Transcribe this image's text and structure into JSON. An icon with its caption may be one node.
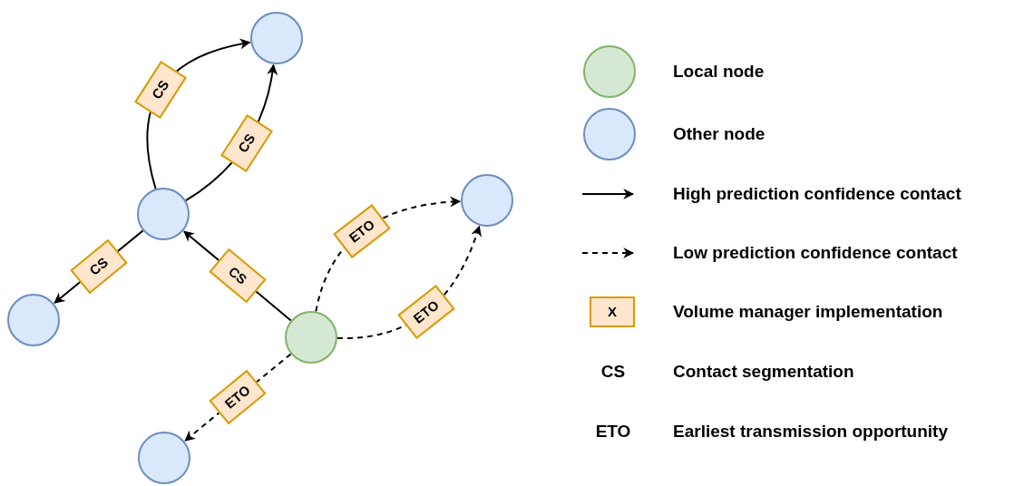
{
  "diagram": {
    "nodes": [
      {
        "text": [],
        "shape": "circle"
      },
      {
        "text": [],
        "shape": "circle"
      },
      {
        "text": [],
        "shape": "circle"
      },
      {
        "text": [],
        "shape": "circle"
      },
      {
        "text": [],
        "shape": "circle"
      },
      {
        "text": [],
        "shape": "circle"
      }
    ],
    "edges": [
      {
        "from": 1,
        "to": 0,
        "arrow": "to",
        "label": "CS"
      },
      {
        "from": 1,
        "to": 0,
        "arrow": "to",
        "label": "CS"
      },
      {
        "from": 1,
        "to": 2,
        "arrow": "to",
        "label": "CS"
      },
      {
        "from": 3,
        "to": 1,
        "arrow": "to",
        "label": "CS"
      },
      {
        "from": 3,
        "to": 4,
        "arrow": "to",
        "label": "ETO",
        "style": "dashed"
      },
      {
        "from": 3,
        "to": 4,
        "arrow": "to",
        "label": "ETO",
        "style": "dashed"
      },
      {
        "from": 3,
        "to": 5,
        "arrow": "to",
        "label": "ETO",
        "style": "dashed"
      }
    ],
    "labels": [
      "X",
      "CS",
      "ETO"
    ],
    "legend": [
      {
        "text": "Local node",
        "color": "#d5e8d4"
      },
      {
        "text": "Other node",
        "color": "#dae8fc"
      },
      {
        "text": "High prediction confidence contact"
      },
      {
        "text": "Low prediction confidence contact"
      },
      {
        "text": "Volume manager implementation"
      },
      {
        "text": "Contact segmentation"
      },
      {
        "text": "Earliest transmission opportunity"
      }
    ]
  }
}
